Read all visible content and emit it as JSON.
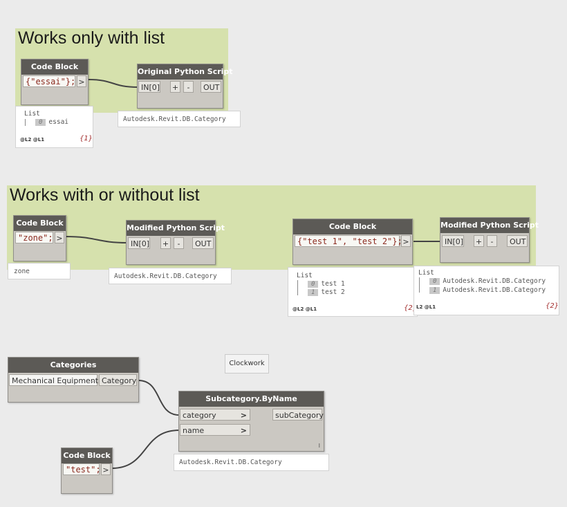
{
  "groups": [
    {
      "title": "Works only with list"
    },
    {
      "title": "Works with or without list"
    }
  ],
  "code_blocks": [
    {
      "header": "Code Block",
      "code": "{\"essai\"};",
      "out": ">"
    },
    {
      "header": "Code Block",
      "code": "\"zone\";",
      "out": ">"
    },
    {
      "header": "Code Block",
      "code": "{\"test 1\", \"test 2\"};",
      "out": ">"
    },
    {
      "header": "Code Block",
      "code": "\"test\";",
      "out": ">"
    }
  ],
  "python_nodes": [
    {
      "header": "Original Python Script",
      "in": "IN[0]",
      "plus": "+",
      "minus": "-",
      "out": "OUT"
    },
    {
      "header": "Modified Python Script",
      "in": "IN[0]",
      "plus": "+",
      "minus": "-",
      "out": "OUT"
    },
    {
      "header": "Modified Python Script",
      "in": "IN[0]",
      "plus": "+",
      "minus": "-",
      "out": "OUT"
    }
  ],
  "previews": {
    "essai": {
      "title": "List",
      "items": [
        {
          "idx": "0",
          "val": "essai"
        }
      ],
      "levels": "@L2 @L1",
      "count": "{1}"
    },
    "python_out_1": "Autodesk.Revit.DB.Category",
    "zone": "zone",
    "python_out_2": "Autodesk.Revit.DB.Category",
    "tests": {
      "title": "List",
      "items": [
        {
          "idx": "0",
          "val": "test 1"
        },
        {
          "idx": "1",
          "val": "test 2"
        }
      ],
      "levels": "@L2 @L1",
      "count": "{2}"
    },
    "categories": {
      "title": "List",
      "items": [
        {
          "idx": "0",
          "val": "Autodesk.Revit.DB.Category"
        },
        {
          "idx": "1",
          "val": "Autodesk.Revit.DB.Category"
        }
      ],
      "levels": "L2 @L1",
      "count": "{2}"
    },
    "subcategory_out": "Autodesk.Revit.DB.Category"
  },
  "categories_node": {
    "header": "Categories",
    "selected": "Mechanical Equipment",
    "out": "Category"
  },
  "package_label": "Clockwork",
  "subcategory_node": {
    "header": "Subcategory.ByName",
    "in1": "category",
    "in2": "name",
    "out": "subCategory",
    "lacing": "I",
    "arrow": ">"
  }
}
